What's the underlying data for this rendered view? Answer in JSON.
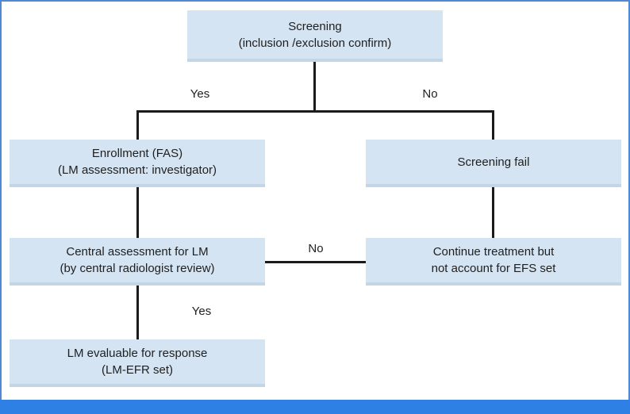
{
  "flowchart": {
    "nodes": {
      "screening": {
        "line1": "Screening",
        "line2": "(inclusion /exclusion confirm)"
      },
      "enrollment": {
        "line1": "Enrollment (FAS)",
        "line2": "(LM assessment: investigator)"
      },
      "screening_fail": {
        "line1": "Screening fail"
      },
      "central_assessment": {
        "line1": "Central assessment for LM",
        "line2": "(by central radiologist review)"
      },
      "continue_treatment": {
        "line1": "Continue treatment but",
        "line2": "not account for EFS set"
      },
      "lm_evaluable": {
        "line1": "LM evaluable for response",
        "line2": "(LM-EFR set)"
      }
    },
    "edge_labels": {
      "screening_yes": "Yes",
      "screening_no": "No",
      "central_no": "No",
      "central_yes": "Yes"
    },
    "colors": {
      "node_fill": "#d4e4f2",
      "node_shadow": "#c3d6e7",
      "line": "#1b1b1b",
      "text": "#1f1f1f",
      "border_blue": "#4f89d6",
      "footer_blue": "#2f80e4",
      "background": "#ffffff"
    }
  }
}
